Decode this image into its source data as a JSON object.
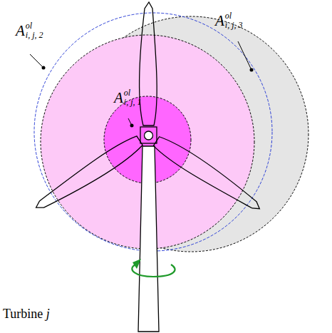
{
  "diagram": {
    "labels": [
      "A",
      "ol",
      "i, j, 2",
      "A",
      "ol",
      "i, j, 1",
      "A",
      "ol",
      "i, j, 3",
      "Turbine",
      "j"
    ]
  }
}
